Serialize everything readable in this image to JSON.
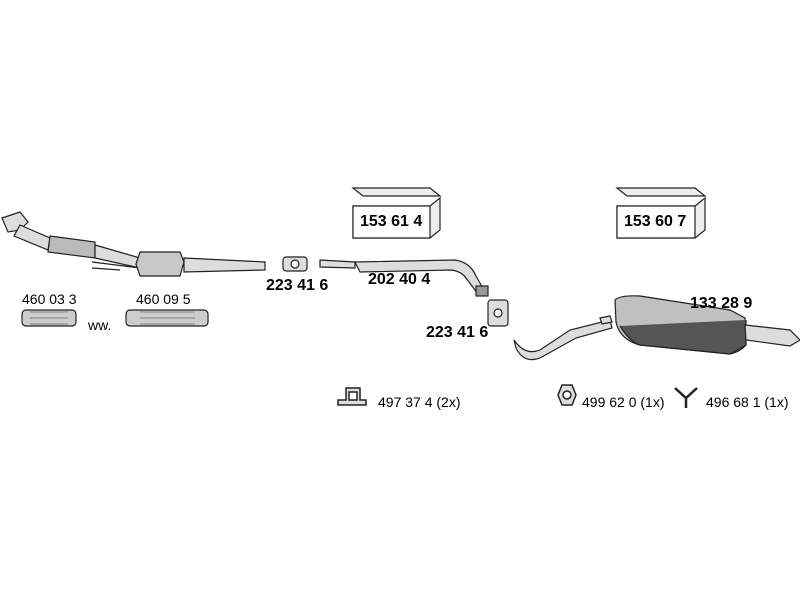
{
  "parts": {
    "flex_pipe_a": "460 03 3",
    "flex_pipe_b": "460 09 5",
    "alt_marker": "ww.",
    "clamp_front": "223 41 6",
    "middle_pipe": "202 40 4",
    "clamp_rear": "223 41 6",
    "rear_silencer": "133 28 9"
  },
  "kits": {
    "kit_1": "153 61 4",
    "kit_2": "153 60 7"
  },
  "mounts": {
    "bracket": "497 37 4 (2x)",
    "rubber_mount": "499 62 0 (1x)",
    "hanger": "496 68 1 (1x)"
  },
  "colors": {
    "line": "#222222",
    "fill_light": "#dddddd",
    "fill_mid": "#b8b8b8",
    "fill_dark": "#555555"
  }
}
